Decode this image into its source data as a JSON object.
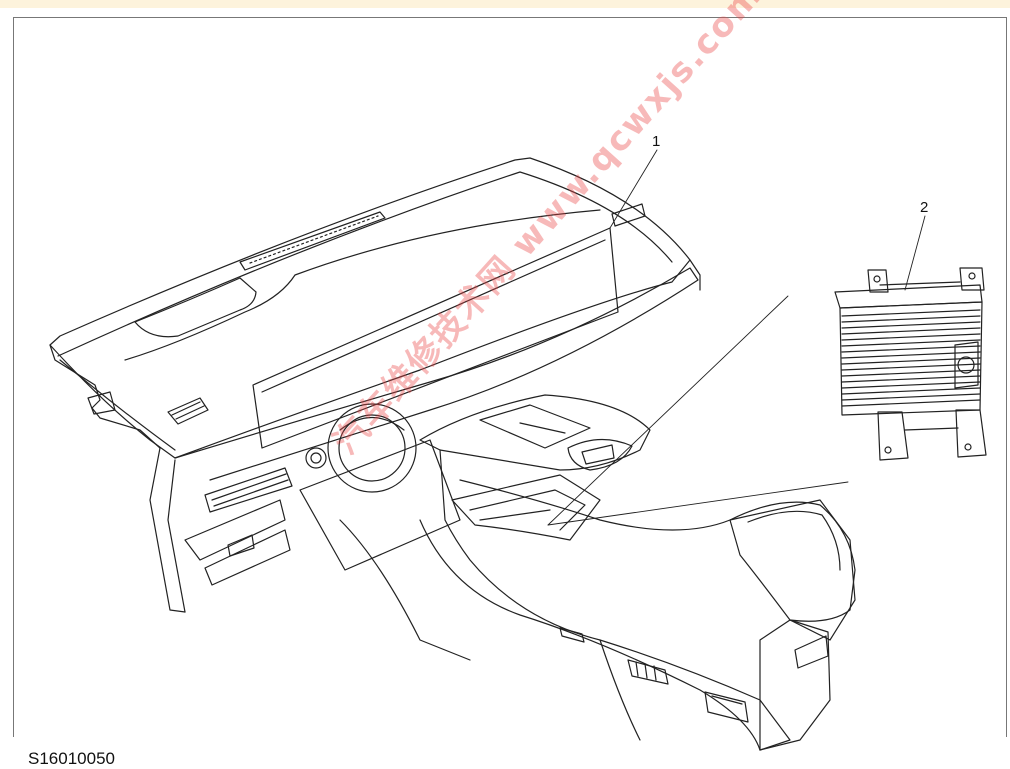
{
  "figure": {
    "id_label": "S16010050",
    "callouts": [
      {
        "number": "1",
        "part": "instrument-panel-display"
      },
      {
        "number": "2",
        "part": "amplifier-module"
      }
    ]
  },
  "watermark": {
    "text": "汽车维修技术网 www.qcwxjs.com"
  },
  "colors": {
    "line": "#222222",
    "watermark": "#eb4646",
    "frame": "#777777",
    "top_strip": "#fdf3dc"
  }
}
